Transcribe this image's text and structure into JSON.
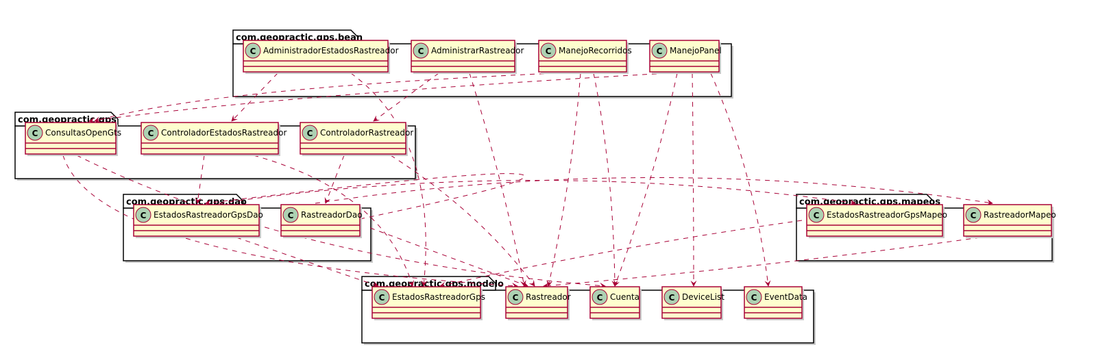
{
  "colors": {
    "class_fill": "#FEFECE",
    "class_border": "#A80036",
    "class_spot": "#ADD1B2",
    "dependency_arrow": "#A80036",
    "package_border": "#000000"
  },
  "stereotype_letter": "C",
  "packages": [
    {
      "id": "bean",
      "title": "com.geopractic.gps.bean"
    },
    {
      "id": "gps",
      "title": "com.geopractic.gps"
    },
    {
      "id": "dao",
      "title": "com.geopractic.gps.dao"
    },
    {
      "id": "mapeos",
      "title": "com.geopractic.gps.mapeos"
    },
    {
      "id": "modelo",
      "title": "com.geopractic.gps.modelo"
    }
  ],
  "classes": [
    {
      "id": "AdministradorEstadosRastreador",
      "name": "AdministradorEstadosRastreador",
      "package": "bean"
    },
    {
      "id": "AdministrarRastreador",
      "name": "AdministrarRastreador",
      "package": "bean"
    },
    {
      "id": "ManejoRecorridos",
      "name": "ManejoRecorridos",
      "package": "bean"
    },
    {
      "id": "ManejoPanel",
      "name": "ManejoPanel",
      "package": "bean"
    },
    {
      "id": "ConsultasOpenGts",
      "name": "ConsultasOpenGts",
      "package": "gps"
    },
    {
      "id": "ControladorEstadosRastreador",
      "name": "ControladorEstadosRastreador",
      "package": "gps"
    },
    {
      "id": "ControladorRastreador",
      "name": "ControladorRastreador",
      "package": "gps"
    },
    {
      "id": "EstadosRastreadorGpsDao",
      "name": "EstadosRastreadorGpsDao",
      "package": "dao"
    },
    {
      "id": "RastreadorDao",
      "name": "RastreadorDao",
      "package": "dao"
    },
    {
      "id": "EstadosRastreadorGpsMapeo",
      "name": "EstadosRastreadorGpsMapeo",
      "package": "mapeos"
    },
    {
      "id": "RastreadorMapeo",
      "name": "RastreadorMapeo",
      "package": "mapeos"
    },
    {
      "id": "EstadosRastreadorGps",
      "name": "EstadosRastreadorGps",
      "package": "modelo"
    },
    {
      "id": "Rastreador",
      "name": "Rastreador",
      "package": "modelo"
    },
    {
      "id": "Cuenta",
      "name": "Cuenta",
      "package": "modelo"
    },
    {
      "id": "DeviceList",
      "name": "DeviceList",
      "package": "modelo"
    },
    {
      "id": "EventData",
      "name": "EventData",
      "package": "modelo"
    }
  ],
  "dependencies": [
    {
      "from": "AdministradorEstadosRastreador",
      "to": "ControladorEstadosRastreador"
    },
    {
      "from": "AdministradorEstadosRastreador",
      "to": "EstadosRastreadorGps"
    },
    {
      "from": "AdministrarRastreador",
      "to": "ControladorRastreador"
    },
    {
      "from": "AdministrarRastreador",
      "to": "Rastreador"
    },
    {
      "from": "ManejoRecorridos",
      "to": "ConsultasOpenGts"
    },
    {
      "from": "ManejoRecorridos",
      "to": "Rastreador"
    },
    {
      "from": "ManejoRecorridos",
      "to": "Cuenta"
    },
    {
      "from": "ManejoPanel",
      "to": "ConsultasOpenGts"
    },
    {
      "from": "ManejoPanel",
      "to": "Cuenta"
    },
    {
      "from": "ManejoPanel",
      "to": "DeviceList"
    },
    {
      "from": "ManejoPanel",
      "to": "EventData"
    },
    {
      "from": "ConsultasOpenGts",
      "to": "Rastreador"
    },
    {
      "from": "ConsultasOpenGts",
      "to": "Cuenta"
    },
    {
      "from": "ControladorEstadosRastreador",
      "to": "EstadosRastreadorGpsDao"
    },
    {
      "from": "ControladorEstadosRastreador",
      "to": "EstadosRastreadorGps"
    },
    {
      "from": "ControladorRastreador",
      "to": "RastreadorDao"
    },
    {
      "from": "ControladorRastreador",
      "to": "Rastreador"
    },
    {
      "from": "EstadosRastreadorGpsDao",
      "to": "EstadosRastreadorGpsMapeo"
    },
    {
      "from": "EstadosRastreadorGpsDao",
      "to": "EstadosRastreadorGps"
    },
    {
      "from": "RastreadorDao",
      "to": "EstadosRastreadorGpsDao"
    },
    {
      "from": "RastreadorDao",
      "to": "RastreadorMapeo"
    },
    {
      "from": "RastreadorDao",
      "to": "Rastreador"
    },
    {
      "from": "EstadosRastreadorGpsMapeo",
      "to": "EstadosRastreadorGps"
    },
    {
      "from": "RastreadorMapeo",
      "to": "Rastreador"
    }
  ]
}
